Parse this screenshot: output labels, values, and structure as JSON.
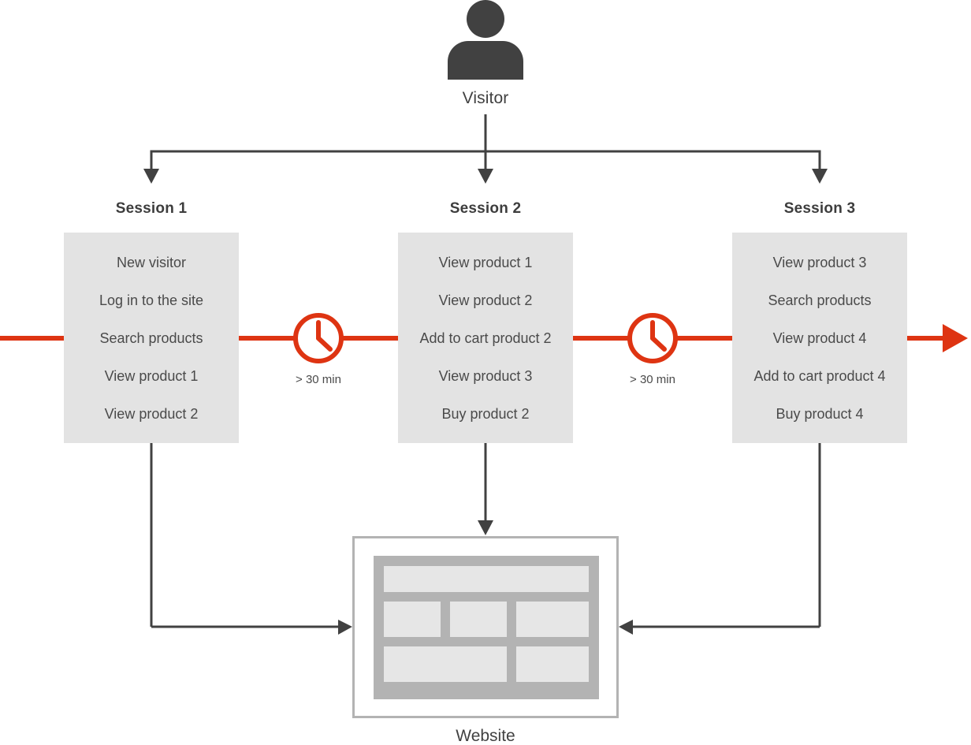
{
  "diagram": {
    "actor": {
      "icon": "person-icon",
      "label": "Visitor"
    },
    "sessions": [
      {
        "title": "Session 1",
        "steps": [
          "New visitor",
          "Log in to the site",
          "Search products",
          "View product 1",
          "View product 2"
        ]
      },
      {
        "title": "Session 2",
        "steps": [
          "View product 1",
          "View product 2",
          "Add to cart product 2",
          "View product 3",
          "Buy product 2"
        ]
      },
      {
        "title": "Session 3",
        "steps": [
          "View product 3",
          "Search products",
          "View product 4",
          "Add to cart product 4",
          "Buy product 4"
        ]
      }
    ],
    "timeout_markers": [
      {
        "icon": "clock-icon",
        "label": "> 30 min"
      },
      {
        "icon": "clock-icon",
        "label": "> 30 min"
      }
    ],
    "target": {
      "icon": "website-icon",
      "label": "Website"
    },
    "colors": {
      "timeline_red": "#de3412",
      "session_box_gray": "#e3e3e3",
      "connector_dark": "#414141",
      "website_frame_gray": "#b3b3b3",
      "website_block_gray": "#e6e6e6",
      "text_dark": "#414141"
    }
  }
}
